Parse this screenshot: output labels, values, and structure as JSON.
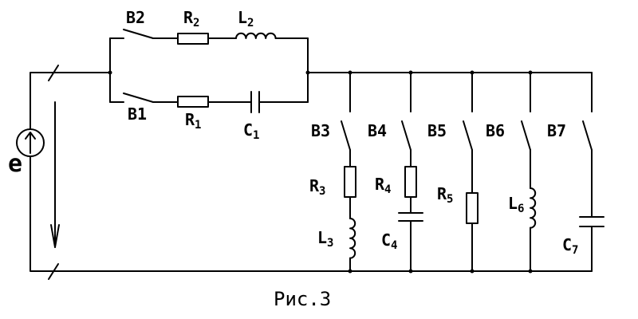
{
  "caption": "Рис.3",
  "source": {
    "symbol": "e",
    "icon": "current-source-icon"
  },
  "switches": {
    "b1": "B1",
    "b2": "B2",
    "b3": "B3",
    "b4": "B4",
    "b5": "B5",
    "b6": "B6",
    "b7": "B7"
  },
  "components": {
    "r1": {
      "letter": "R",
      "sub": "1"
    },
    "r2": {
      "letter": "R",
      "sub": "2"
    },
    "r3": {
      "letter": "R",
      "sub": "3"
    },
    "r4": {
      "letter": "R",
      "sub": "4"
    },
    "r5": {
      "letter": "R",
      "sub": "5"
    },
    "l2": {
      "letter": "L",
      "sub": "2"
    },
    "l3": {
      "letter": "L",
      "sub": "3"
    },
    "l6": {
      "letter": "L",
      "sub": "6"
    },
    "c1": {
      "letter": "C",
      "sub": "1"
    },
    "c4": {
      "letter": "C",
      "sub": "4"
    },
    "c7": {
      "letter": "C",
      "sub": "7"
    }
  }
}
